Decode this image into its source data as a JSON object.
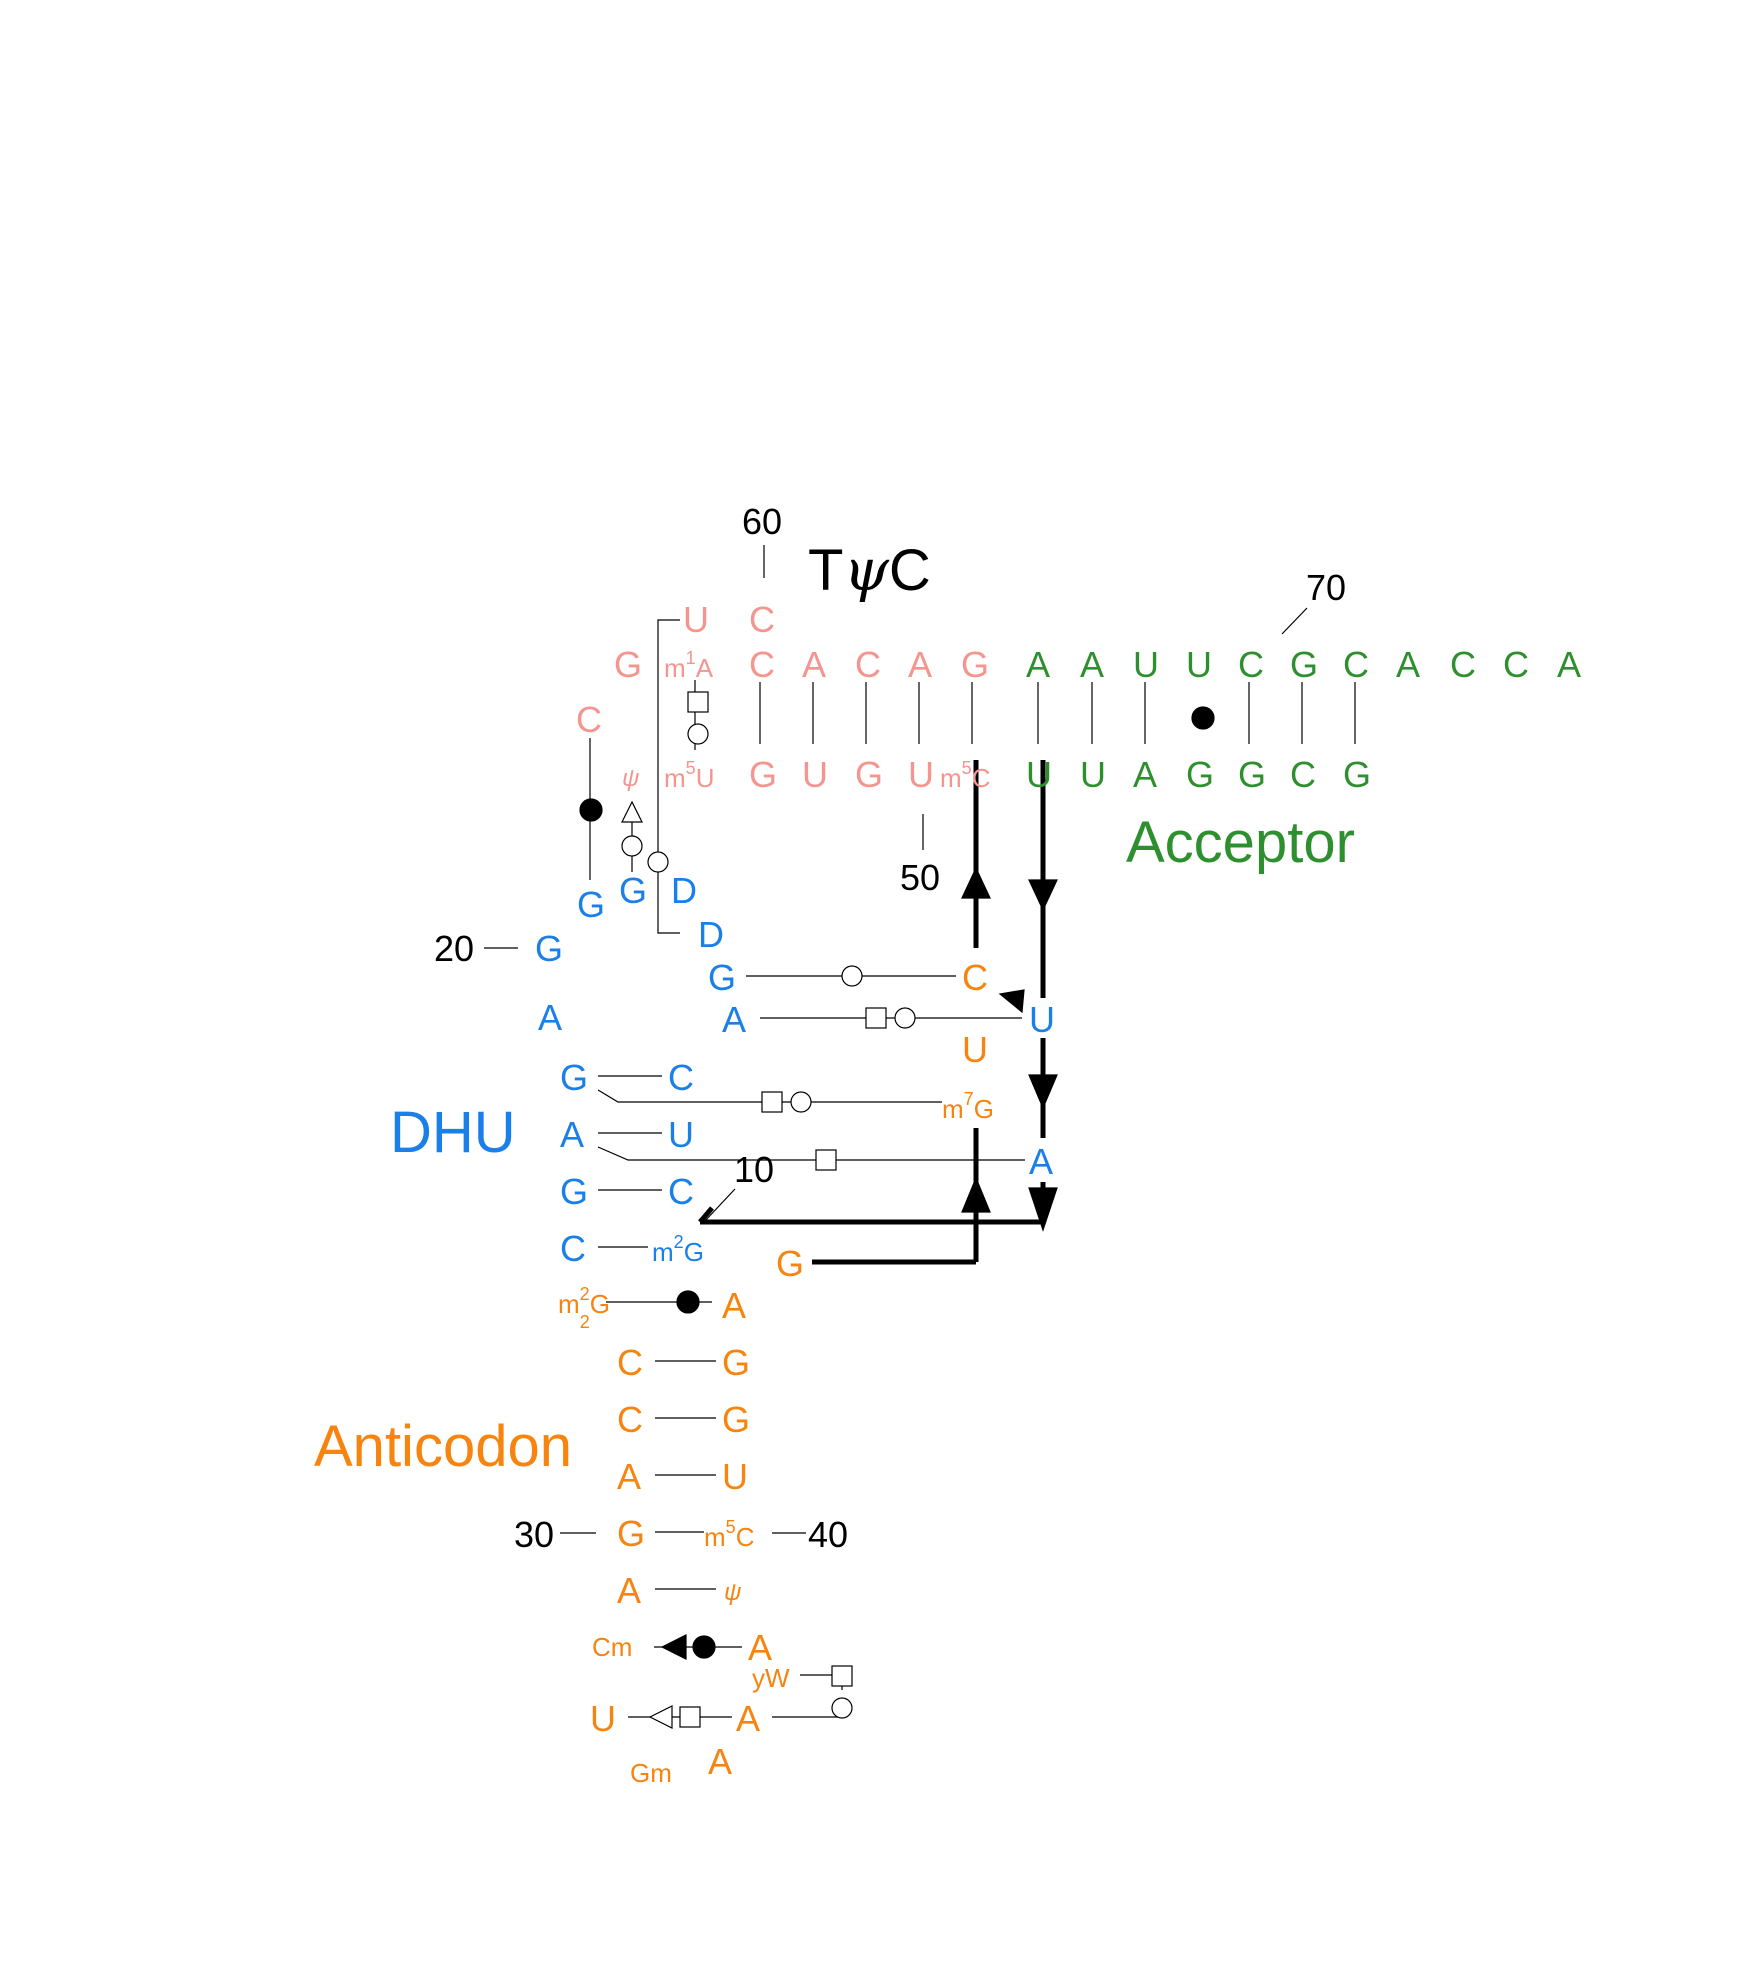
{
  "colors": {
    "tpsic": "#F4958F",
    "acceptor": "#2E8F2E",
    "dhu": "#1A7FE8",
    "anticodon": "#F7840F",
    "line": "#000000"
  },
  "regions": {
    "tpsic_T": "T",
    "tpsic_psi": "ψ",
    "tpsic_C": "C",
    "acceptor": "Acceptor",
    "dhu": "DHU",
    "anticodon": "Anticodon"
  },
  "numbers": {
    "n10": "10",
    "n20": "20",
    "n30": "30",
    "n40": "40",
    "n50": "50",
    "n60": "60",
    "n70": "70"
  },
  "nucleotides": {
    "acceptor_top": [
      "A",
      "A",
      "U",
      "U",
      "C",
      "G",
      "C",
      "A",
      "C",
      "C",
      "A"
    ],
    "acceptor_bottom": [
      "U",
      "U",
      "A",
      "G",
      "G",
      "C",
      "G"
    ],
    "tpsic_top": [
      "C",
      "A",
      "C",
      "A",
      "G"
    ],
    "tpsic_bottom": [
      "G",
      "U",
      "G",
      "U"
    ],
    "tpsic_loop": {
      "u": "U",
      "c": "C",
      "g": "G",
      "c2": "C",
      "m1a_m": "m",
      "m1a_sup": "1",
      "m1a_base": "A",
      "m5u_m": "m",
      "m5u_sup": "5",
      "m5u_base": "U",
      "m5c_m": "m",
      "m5c_sup": "5",
      "m5c_base": "C",
      "psi": "ψ"
    },
    "dhu": {
      "g1": "G",
      "g2": "G",
      "d1": "D",
      "d2": "D",
      "g3": "G",
      "a1": "A",
      "g4": "G",
      "a2": "A",
      "u1": "U",
      "stem_left": [
        "G",
        "A",
        "G",
        "C"
      ],
      "stem_right": [
        "C",
        "U",
        "C"
      ],
      "m2g_m": "m",
      "m2g_sup": "2",
      "m2g_base": "G"
    },
    "core": {
      "c": "C",
      "u": "U",
      "g": "G",
      "m7g_m": "m",
      "m7g_sup": "7",
      "m7g_base": "G",
      "a": "A"
    },
    "anticodon": {
      "m22g_m": "m",
      "m22g_sup": "2",
      "m22g_sub": "2",
      "m22g_base": "G",
      "a26": "A",
      "stem_left": [
        "C",
        "C",
        "A",
        "G"
      ],
      "stem_right": [
        "G",
        "G",
        "U"
      ],
      "m5c_m": "m",
      "m5c_sup": "5",
      "m5c_base": "C",
      "a31": "A",
      "psi39": "ψ",
      "cm": "Cm",
      "a38": "A",
      "yw": "yW",
      "u33": "U",
      "a36": "A",
      "a35": "A",
      "gm": "Gm"
    }
  }
}
